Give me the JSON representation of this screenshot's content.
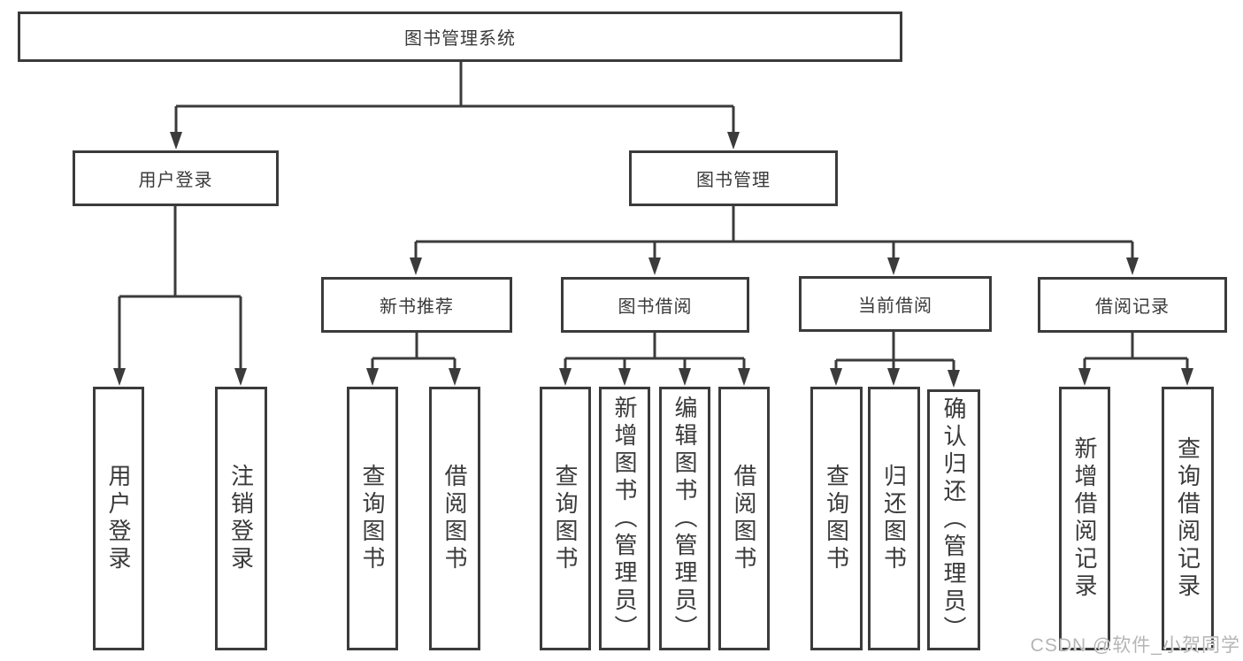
{
  "diagram": {
    "root": {
      "label": "图书管理系统"
    },
    "branches": [
      {
        "label": "用户登录",
        "children": [
          {
            "label": "用户登录"
          },
          {
            "label": "注销登录"
          }
        ]
      },
      {
        "label": "图书管理",
        "children": [
          {
            "label": "新书推荐",
            "children": [
              {
                "label": "查询图书"
              },
              {
                "label": "借阅图书"
              }
            ]
          },
          {
            "label": "图书借阅",
            "children": [
              {
                "label": "查询图书"
              },
              {
                "label": "新增图书（管理员）"
              },
              {
                "label": "编辑图书（管理员）"
              },
              {
                "label": "借阅图书"
              }
            ]
          },
          {
            "label": "当前借阅",
            "children": [
              {
                "label": "查询图书"
              },
              {
                "label": "归还图书"
              },
              {
                "label": "确认归还（管理员）"
              }
            ]
          },
          {
            "label": "借阅记录",
            "children": [
              {
                "label": "新增借阅记录"
              },
              {
                "label": "查询借阅记录"
              }
            ]
          }
        ]
      }
    ]
  },
  "watermark": {
    "text": "CSDN @软件_小贺同学"
  },
  "colors": {
    "line": "#3b3b3b",
    "text": "#3a3a3a",
    "background": "#ffffff",
    "watermark": "#b5b5b5"
  }
}
